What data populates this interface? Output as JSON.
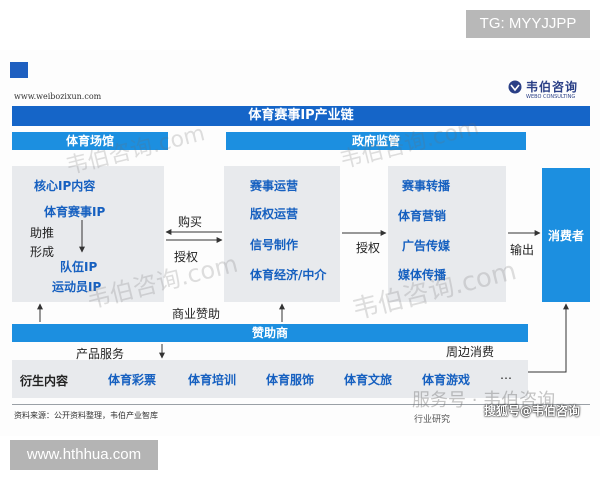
{
  "badges": {
    "top_right": "TG: MYYJJPP",
    "bottom_left": "www.hthhua.com"
  },
  "header": {
    "url": "www.weibozixun.com",
    "logo_cn": "韦伯咨询",
    "logo_en": "WEBO CONSULTING",
    "title": "体育赛事IP产业链"
  },
  "sections": {
    "venue": "体育场馆",
    "government": "政府监管",
    "sponsor": "赞助商",
    "consumer": "消费者"
  },
  "core_box": {
    "title": "核心IP内容",
    "event_ip": "体育赛事IP",
    "boost_label_1": "助推",
    "boost_label_2": "形成",
    "team_ip": "队伍IP",
    "athlete_ip": "运动员IP"
  },
  "ops_box": {
    "items": [
      "赛事运营",
      "版权运营",
      "信号制作",
      "体育经济/中介"
    ]
  },
  "media_box": {
    "items": [
      "赛事转播",
      "体育营销",
      "广告传媒",
      "媒体传播"
    ]
  },
  "connectors": {
    "buy": "购买",
    "license_left": "授权",
    "license_right": "授权",
    "output": "输出",
    "commercial_sponsor": "商业赞助",
    "product_service": "产品服务",
    "peripheral_consumption": "周边消费"
  },
  "derivatives": {
    "label": "衍生内容",
    "items": [
      "体育彩票",
      "体育培训",
      "体育服饰",
      "体育文旅",
      "体育游戏"
    ],
    "more": "…"
  },
  "footer": {
    "source": "资料来源：公开资料整理，韦伯产业智库",
    "right_text": "行业研究"
  },
  "watermarks": {
    "brand": "韦伯咨询.com",
    "service": "服务号 · 韦伯咨询",
    "sohu": "搜狐号@韦伯咨询"
  },
  "colors": {
    "primary": "#1565c8",
    "accent": "#1c8fe0",
    "panel": "#e8eaed",
    "text_blue": "#1660c0"
  }
}
